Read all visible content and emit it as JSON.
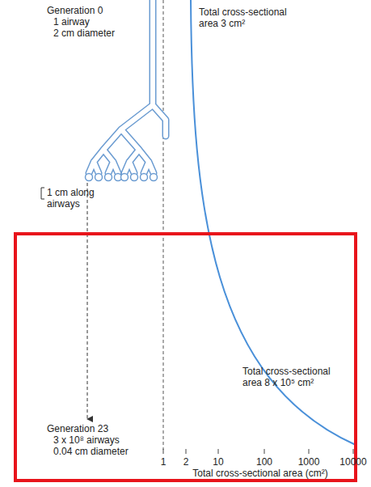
{
  "diagram": {
    "labels": [
      "Generation 0",
      "1 airway",
      "2 cm diameter",
      "Total cross-sectional area 3 cm²",
      "1 cm along airways",
      "Generation 23",
      "3 x 10⁸ airways",
      "0.04 cm diameter",
      "Total cross-sectional area 8 x 10⁵ cm²",
      "1",
      "2",
      "10",
      "100",
      "1000",
      "10000",
      "Total cross-sectional area (cm²)"
    ]
  }
}
